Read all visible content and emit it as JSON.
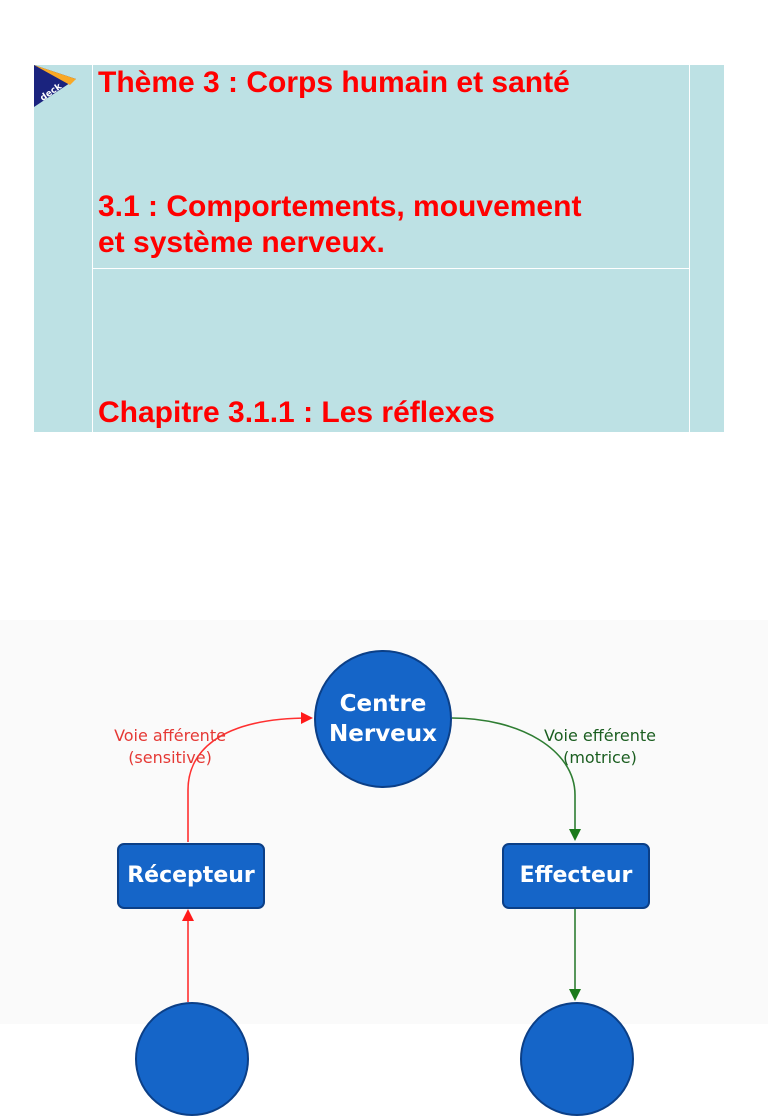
{
  "header": {
    "theme": "Thème 3 : Corps humain et santé",
    "subtheme_line1": "3.1 : Comportements, mouvement",
    "subtheme_line2": "et système nerveux.",
    "chapter": "Chapitre 3.1.1 : Les réflexes"
  },
  "logo": {
    "text": "deck",
    "colors": {
      "primary": "#1a237e",
      "accent": "#f9a825"
    }
  },
  "diagram": {
    "centre_line1": "Centre",
    "centre_line2": "Nerveux",
    "afferent_line1": "Voie afférente",
    "afferent_line2": "(sensitive)",
    "efferent_line1": "Voie efférente",
    "efferent_line2": "(motrice)",
    "recepteur": "Récepteur",
    "effecteur": "Effecteur",
    "colors": {
      "node": "#1565c8",
      "afferent": "#e53935",
      "efferent": "#1b5e20"
    }
  }
}
